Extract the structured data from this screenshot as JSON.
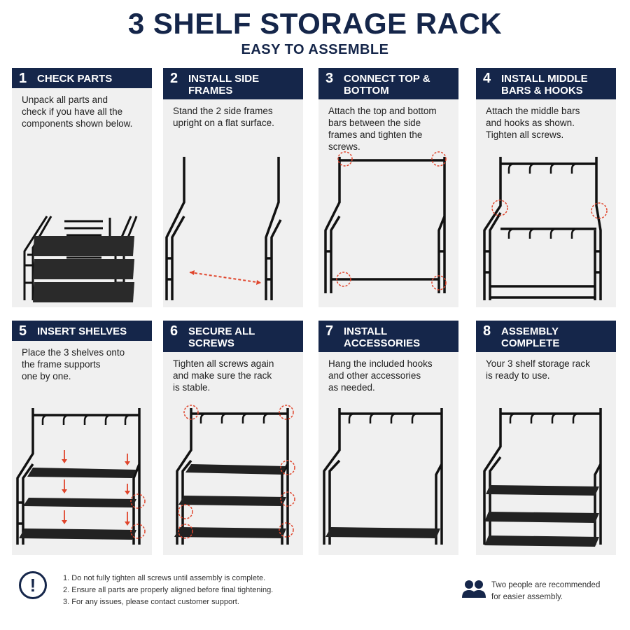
{
  "title": "3 SHELF STORAGE RACK",
  "subtitle": "EASY TO ASSEMBLE",
  "steps": [
    {
      "num": "1",
      "title": "CHECK PARTS",
      "desc": "Unpack all parts and\ncheck if you have all the\ncomponents shown below."
    },
    {
      "num": "2",
      "title": "INSTALL SIDE FRAMES",
      "desc": "Stand the 2 side frames\nupright on a flat surface."
    },
    {
      "num": "3",
      "title": "CONNECT TOP & BOTTOM",
      "desc": "Attach the top and bottom\nbars between the side\nframes and tighten the\nscrews."
    },
    {
      "num": "4",
      "title": "INSTALL MIDDLE BARS & HOOKS",
      "desc": "Attach the middle bars\nand hooks as shown.\nTighten all screws."
    },
    {
      "num": "5",
      "title": "INSERT SHELVES",
      "desc": "Place the 3 shelves onto\nthe frame supports\none by one."
    },
    {
      "num": "6",
      "title": "SECURE ALL SCREWS",
      "desc": "Tighten all screws again\nand make sure the rack\nis stable."
    },
    {
      "num": "7",
      "title": "INSTALL ACCESSORIES",
      "desc": "Hang the included hooks\nand other accessories\nas needed."
    },
    {
      "num": "8",
      "title": "ASSEMBLY COMPLETE",
      "desc": "Your 3 shelf storage rack\nis ready to use."
    }
  ],
  "notes": [
    "1. Do not fully tighten all screws until assembly is complete.",
    "2. Ensure all parts are properly aligned before final tightening.",
    "3. For any issues, please contact customer support."
  ],
  "info_icon": "exclamation-circle-icon",
  "team_icon": "two-people-icon",
  "team_note": "Two people are recommended\nfor easier assembly.",
  "colors": {
    "navy": "#15264a",
    "panel": "#f0f0f0",
    "accent_red": "#e0452c",
    "frame": "#111111"
  }
}
